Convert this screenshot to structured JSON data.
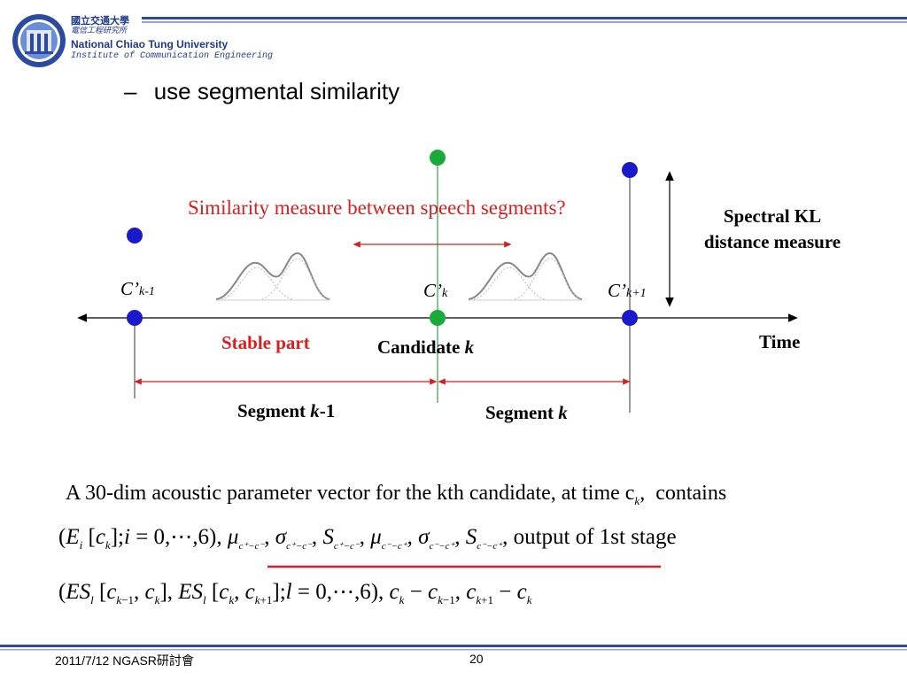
{
  "header": {
    "cn_name": "國立交通大學",
    "cn_inst": "電信工程研究所",
    "en_name": "National Chiao Tung University",
    "en_inst": "Institute of Communication Engineering"
  },
  "bullet": {
    "dash": "–",
    "text": "use segmental similarity"
  },
  "diagram": {
    "question": "Similarity measure between speech segments?",
    "kl_line1": "Spectral KL",
    "kl_line2": "distance measure",
    "c_left_sub": "k-1",
    "c_mid_sub": "k",
    "c_right_sub": "k+1",
    "stable_part": "Stable part",
    "candidate_label": "Candidate",
    "candidate_var": "k",
    "time_label": "Time",
    "segment_label": "Segment",
    "segment_left_var": "k",
    "segment_left_suffix": "-1",
    "segment_right_var": "k",
    "colors": {
      "blue_dot": "#1a1acc",
      "green_dot": "#1aaa3a",
      "red": "#d42020",
      "axis": "#555555"
    }
  },
  "equations": {
    "line1": "A 30-dim acoustic parameter vector for the kth candidate,  at time c",
    "line1_end": "contains",
    "line2_tail": "output of 1st stage"
  },
  "footer": {
    "date": "2011/7/12 NGASR研討會",
    "page": "20"
  }
}
